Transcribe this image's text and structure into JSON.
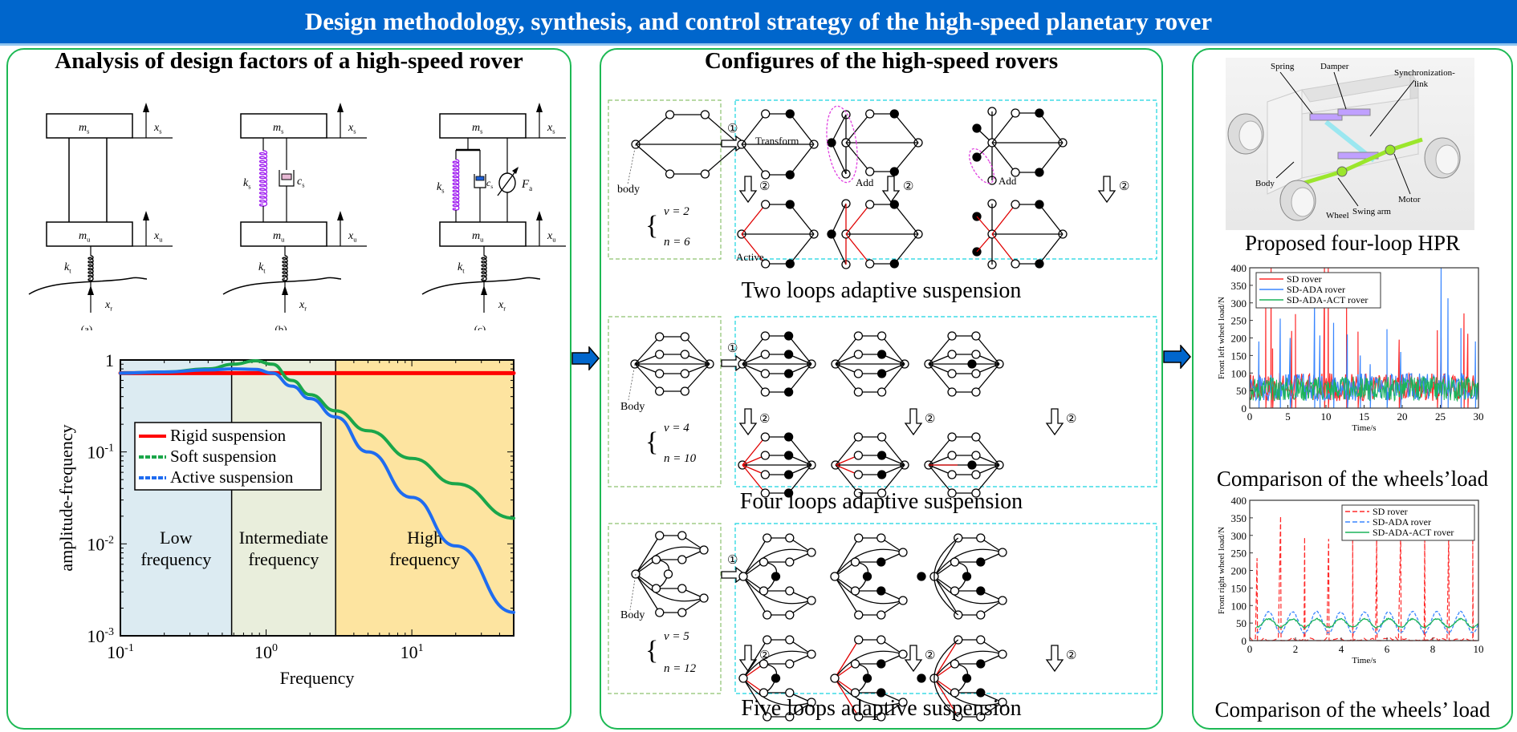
{
  "banner": {
    "title": "Design methodology, synthesis, and control strategy of the high-speed planetary rover"
  },
  "colors": {
    "banner": "#0066cc",
    "panel_border": "#1db954",
    "flow_arrow": "#0066cc"
  },
  "left_panel": {
    "title": "Analysis of design factors of a high-speed rover",
    "models": [
      {
        "label": "(a)",
        "sprung_mass": "m",
        "sprung_sub": "s",
        "unsprung_mass": "m",
        "unsprung_sub": "u",
        "tire_k": "k",
        "tire_sub": "t",
        "xs": "x",
        "xs_sub": "s",
        "xu": "x",
        "xu_sub": "u",
        "xr": "x",
        "xr_sub": "r"
      },
      {
        "label": "(b)",
        "sprung_mass": "m",
        "sprung_sub": "s",
        "unsprung_mass": "m",
        "unsprung_sub": "u",
        "tire_k": "k",
        "tire_sub": "t",
        "spring": "k",
        "spring_sub": "s",
        "damper": "c",
        "damper_sub": "s",
        "xs": "x",
        "xs_sub": "s",
        "xu": "x",
        "xu_sub": "u",
        "xr": "x",
        "xr_sub": "r"
      },
      {
        "label": "(c)",
        "sprung_mass": "m",
        "sprung_sub": "s",
        "unsprung_mass": "m",
        "unsprung_sub": "u",
        "tire_k": "k",
        "tire_sub": "t",
        "spring": "k",
        "spring_sub": "s",
        "damper": "c",
        "damper_sub": "s",
        "actuator": "F",
        "actuator_sub": "a",
        "xs": "x",
        "xs_sub": "s",
        "xu": "x",
        "xu_sub": "u",
        "xr": "x",
        "xr_sub": "r"
      }
    ]
  },
  "chart_data": [
    {
      "type": "line",
      "title": "",
      "xlabel": "Frequency",
      "ylabel": "amplitude-frequency",
      "xscale": "log",
      "yscale": "log",
      "xlim": [
        0.1,
        50
      ],
      "ylim": [
        0.001,
        1
      ],
      "xticks": [
        "10^-1",
        "10^0",
        "10^1"
      ],
      "yticks": [
        "10^-3",
        "10^-2",
        "10^-1",
        "1"
      ],
      "regions": [
        {
          "label": "Low frequency",
          "line1": "Low",
          "line2": "frequency",
          "from": 0.1,
          "to": 0.58,
          "color": "#dcebf2"
        },
        {
          "label": "Intermediate frequency",
          "line1": "Intermediate",
          "line2": "frequency",
          "from": 0.58,
          "to": 3.0,
          "color": "#e9eedc"
        },
        {
          "label": "High frequency",
          "line1": "High",
          "line2": "frequency",
          "from": 3.0,
          "to": 50,
          "color": "#fde4a0"
        }
      ],
      "legend_position": "upper-left",
      "series": [
        {
          "name": "Rigid suspension",
          "color": "#ff0000",
          "style": "solid",
          "x": [
            0.1,
            0.2,
            0.5,
            1,
            2,
            5,
            10,
            20,
            50
          ],
          "y": [
            0.72,
            0.72,
            0.72,
            0.72,
            0.72,
            0.72,
            0.72,
            0.72,
            0.72
          ]
        },
        {
          "name": "Soft suspension",
          "color": "#1aa64a",
          "style": "dashed",
          "x": [
            0.1,
            0.2,
            0.4,
            0.6,
            0.85,
            1.1,
            1.5,
            2.0,
            3.0,
            5,
            10,
            20,
            50
          ],
          "y": [
            0.72,
            0.74,
            0.8,
            0.9,
            0.98,
            0.9,
            0.6,
            0.42,
            0.28,
            0.17,
            0.085,
            0.045,
            0.019
          ]
        },
        {
          "name": "Active suspension",
          "color": "#1f6cf0",
          "style": "dashed",
          "x": [
            0.1,
            0.2,
            0.4,
            0.6,
            0.85,
            1.1,
            1.5,
            2.0,
            3.0,
            5,
            10,
            20,
            50
          ],
          "y": [
            0.72,
            0.74,
            0.78,
            0.8,
            0.79,
            0.72,
            0.52,
            0.38,
            0.24,
            0.1,
            0.032,
            0.0095,
            0.0018
          ]
        }
      ]
    },
    {
      "type": "line",
      "title": "Comparison of the wheels'load",
      "xlabel": "Time/s",
      "ylabel": "Front  left wheel load/N",
      "xlim": [
        0,
        30
      ],
      "ylim": [
        0,
        400
      ],
      "xticks": [
        "0",
        "5",
        "10",
        "15",
        "20",
        "25",
        "30"
      ],
      "yticks": [
        "0",
        "50",
        "100",
        "150",
        "200",
        "250",
        "300",
        "350",
        "400"
      ],
      "legend_position": "top-left",
      "series": [
        {
          "name": "SD rover",
          "color": "#ff2a2a",
          "style": "solid",
          "spikes": [
            [
              2.1,
              300
            ],
            [
              2.8,
              400
            ],
            [
              3.0,
              170
            ],
            [
              5.5,
              220
            ],
            [
              6.0,
              268
            ],
            [
              9.8,
              400
            ],
            [
              10.3,
              400
            ],
            [
              12.7,
              310
            ],
            [
              14.2,
              218
            ],
            [
              19.6,
              195
            ],
            [
              24.6,
              222
            ],
            [
              25.1,
              200
            ],
            [
              28.1,
              270
            ],
            [
              28.6,
              212
            ]
          ]
        },
        {
          "name": "SD-ADA rover",
          "color": "#3a86ff",
          "style": "solid",
          "spikes": [
            [
              1.2,
              190
            ],
            [
              4.0,
              255
            ],
            [
              5.3,
              200
            ],
            [
              8.5,
              310
            ],
            [
              9.2,
              207
            ],
            [
              11.0,
              243
            ],
            [
              12.8,
              210
            ],
            [
              14.5,
              150
            ],
            [
              15.8,
              125
            ],
            [
              18.0,
              225
            ],
            [
              19.8,
              160
            ],
            [
              25.1,
              400
            ],
            [
              26.0,
              313
            ],
            [
              27.7,
              228
            ],
            [
              29.6,
              190
            ]
          ]
        },
        {
          "name": "SD-ADA-ACT rover",
          "color": "#1bb35a",
          "style": "solid",
          "band": [
            20,
            90
          ]
        }
      ],
      "caption": "Comparison of the wheels’load"
    },
    {
      "type": "line",
      "title": "Comparison of the wheels' load",
      "xlabel": "Time/s",
      "ylabel": "Front right wheel load/N",
      "xlim": [
        0,
        10
      ],
      "ylim": [
        0,
        400
      ],
      "xticks": [
        "0",
        "2",
        "4",
        "6",
        "8",
        "10"
      ],
      "yticks": [
        "0",
        "50",
        "100",
        "150",
        "200",
        "250",
        "300",
        "350",
        "400"
      ],
      "legend_position": "top-right",
      "series": [
        {
          "name": "SD rover",
          "color": "#ff2a2a",
          "style": "dashed",
          "spikes": [
            [
              0.32,
              235
            ],
            [
              1.35,
              355
            ],
            [
              2.4,
              295
            ],
            [
              3.45,
              290
            ],
            [
              4.5,
              295
            ],
            [
              5.55,
              300
            ],
            [
              6.6,
              308
            ],
            [
              7.65,
              298
            ],
            [
              8.7,
              305
            ],
            [
              9.75,
              293
            ]
          ]
        },
        {
          "name": "SD-ADA rover",
          "color": "#3a86ff",
          "style": "dashed",
          "period": 1.05,
          "min": 22,
          "max": 82
        },
        {
          "name": "SD-ADA-ACT rover",
          "color": "#1bb35a",
          "style": "solid",
          "period": 1.05,
          "min": 38,
          "max": 62
        }
      ],
      "caption": "Comparison of the wheels’ load"
    }
  ],
  "middle_panel": {
    "title": "Configures of the high-speed rovers",
    "rows": [
      {
        "caption": "Two loops adaptive suspension",
        "body_label": "body",
        "v": "v = 2",
        "n": "n = 6",
        "step1": "①",
        "step2": "②",
        "labels": {
          "transform": "Transform",
          "add": "Add",
          "active": "Active"
        }
      },
      {
        "caption": "Four loops adaptive suspension",
        "body_label": "Body",
        "v": "v = 4",
        "n": "n = 10",
        "step1": "①",
        "step2": "②"
      },
      {
        "caption": "Five loops adaptive suspension",
        "body_label": "Body",
        "v": "v = 5",
        "n": "n = 12",
        "step1": "①",
        "step2": "②"
      }
    ]
  },
  "right_panel": {
    "rover_caption": "Proposed four-loop HPR",
    "rover_labels": [
      "Spring",
      "Damper",
      "Synchronization-",
      "link",
      "Body",
      "Wheel",
      "Swing arm",
      "Motor"
    ]
  }
}
